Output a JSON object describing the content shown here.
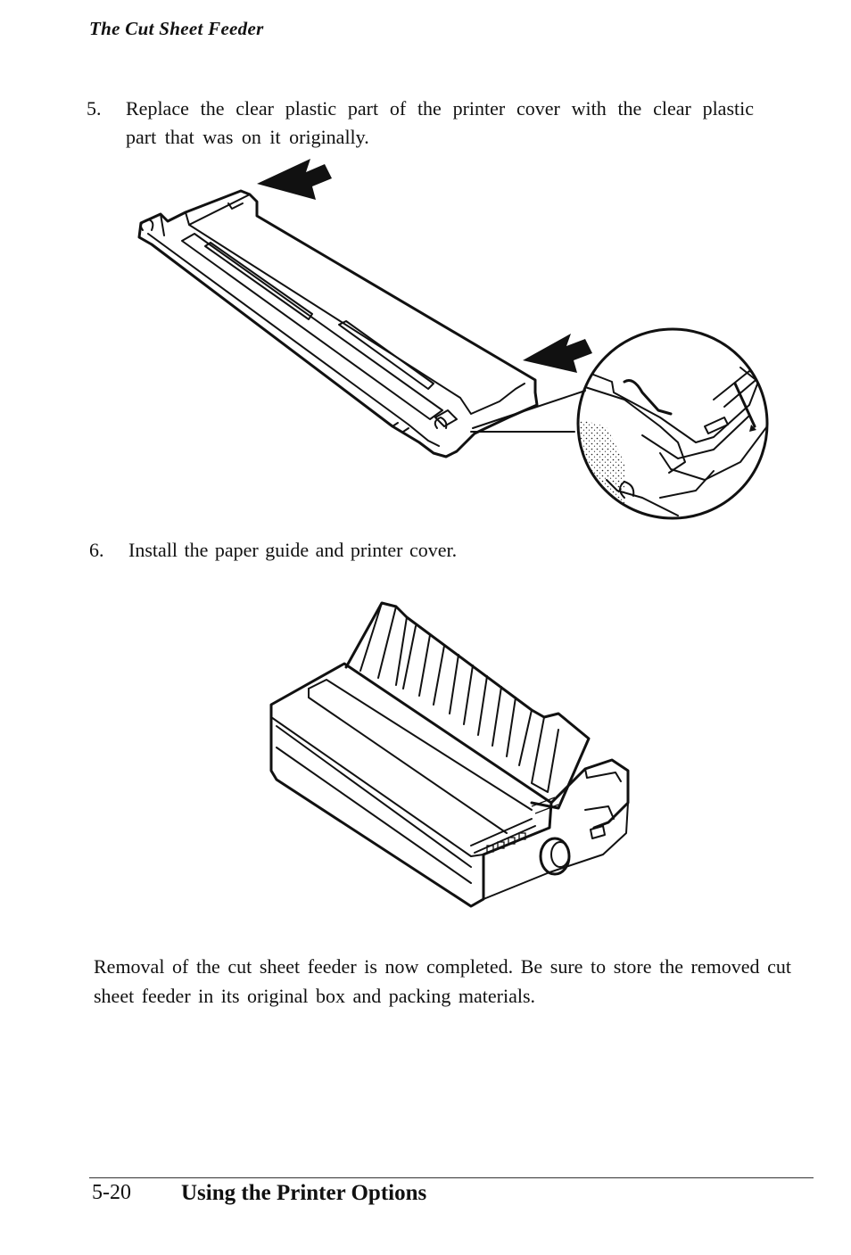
{
  "header": {
    "running_title": "The Cut Sheet Feeder"
  },
  "steps": [
    {
      "number": "5.",
      "text": "Replace the clear plastic part of the printer cover with the clear plastic part that was on it originally."
    },
    {
      "number": "6.",
      "text": "Install the paper guide and printer cover."
    }
  ],
  "closing_paragraph": "Removal of the cut sheet feeder is now completed. Be sure to store the removed cut sheet feeder in its original box and packing materials.",
  "footer": {
    "page_number": "5-20",
    "section_title": "Using the Printer Options"
  }
}
